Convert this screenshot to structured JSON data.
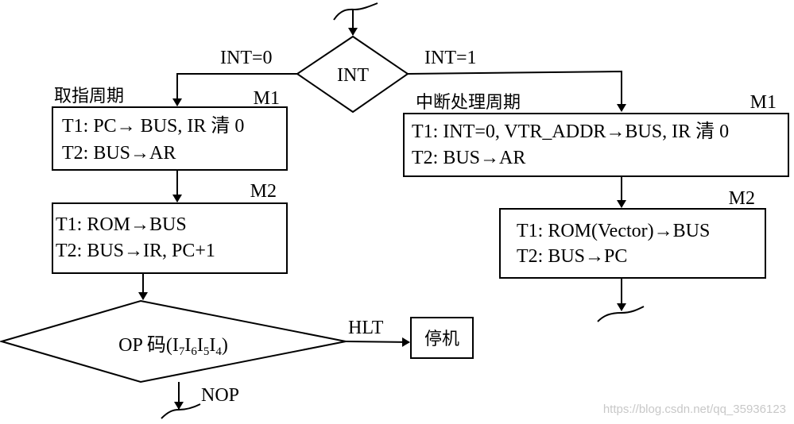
{
  "decision_int": {
    "label": "INT",
    "left_branch": "INT=0",
    "right_branch": "INT=1"
  },
  "fetch_cycle": {
    "title": "取指周期",
    "m1": {
      "tag": "M1",
      "line1": "T1: PC→ BUS, IR 清 0",
      "line2": "T2: BUS→AR"
    },
    "m2": {
      "tag": "M2",
      "line1": "T1: ROM→BUS",
      "line2": "T2: BUS→IR, PC+1"
    }
  },
  "interrupt_cycle": {
    "title": "中断处理周期",
    "m1": {
      "tag": "M1",
      "line1": "T1: INT=0, VTR_ADDR→BUS, IR 清 0",
      "line2": "T2: BUS→AR"
    },
    "m2": {
      "tag": "M2",
      "line1": "T1: ROM(Vector)→BUS",
      "line2": "T2: BUS→PC"
    }
  },
  "decision_op": {
    "prefix": "OP 码(",
    "bits": [
      {
        "base": "I",
        "sub": "7"
      },
      {
        "base": "I",
        "sub": "6"
      },
      {
        "base": "I",
        "sub": "5"
      },
      {
        "base": "I",
        "sub": "4"
      }
    ],
    "suffix": ")",
    "right_branch": "HLT",
    "down_branch": "NOP"
  },
  "halt_box": {
    "label": "停机"
  },
  "watermark": "https://blog.csdn.net/qq_35936123"
}
